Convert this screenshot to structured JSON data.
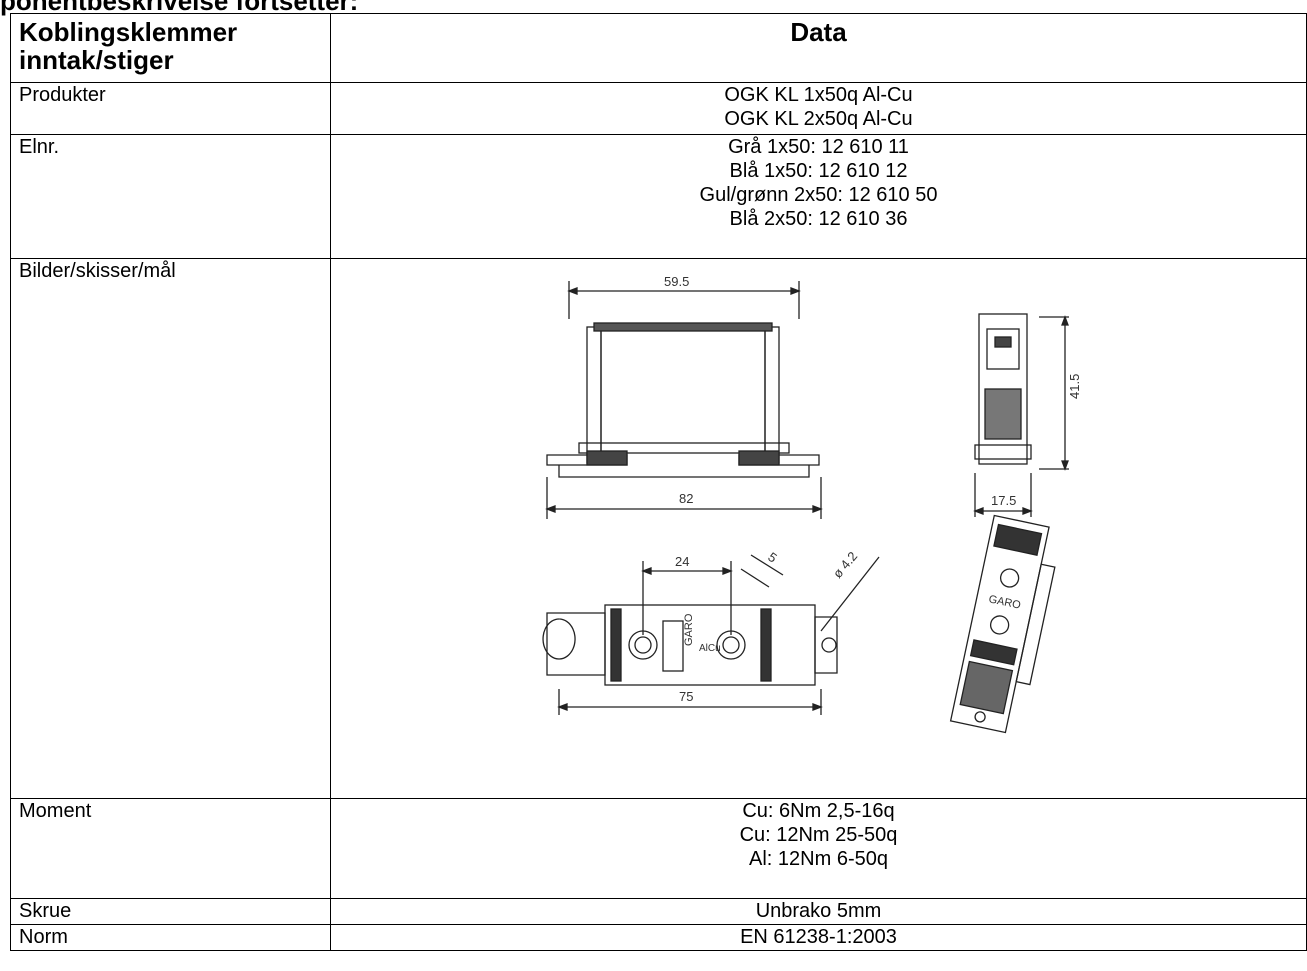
{
  "page_heading": "ponentbeskrivelse fortsetter:",
  "table": {
    "header": {
      "col1": "Koblingsklemmer inntak/stiger",
      "col2": "Data"
    },
    "rows": {
      "produkter": {
        "label": "Produkter",
        "values": [
          "OGK KL 1x50q Al-Cu",
          "OGK KL 2x50q Al-Cu"
        ]
      },
      "elnr": {
        "label": "Elnr.",
        "values": [
          "Grå 1x50: 12 610 11",
          "Blå 1x50: 12 610 12",
          "Gul/grønn 2x50: 12 610 50",
          "Blå 2x50: 12 610 36"
        ]
      },
      "bilder": {
        "label": "Bilder/skisser/mål",
        "dimensions": {
          "top_width": "59.5",
          "base_width": "82",
          "height": "41.5",
          "side_width": "17.5",
          "hole_spacing": "24",
          "screw_dia": "5",
          "hole_dia": "ø 4.2",
          "length": "75"
        },
        "logo_text": "GARO",
        "marking_text": "AlCu"
      },
      "moment": {
        "label": "Moment",
        "values": [
          "Cu: 6Nm 2,5-16q",
          "Cu: 12Nm 25-50q",
          "Al: 12Nm 6-50q"
        ]
      },
      "skrue": {
        "label": "Skrue",
        "values": [
          "Unbrako 5mm"
        ]
      },
      "norm": {
        "label": "Norm",
        "values": [
          "EN 61238-1:2003"
        ]
      }
    }
  }
}
